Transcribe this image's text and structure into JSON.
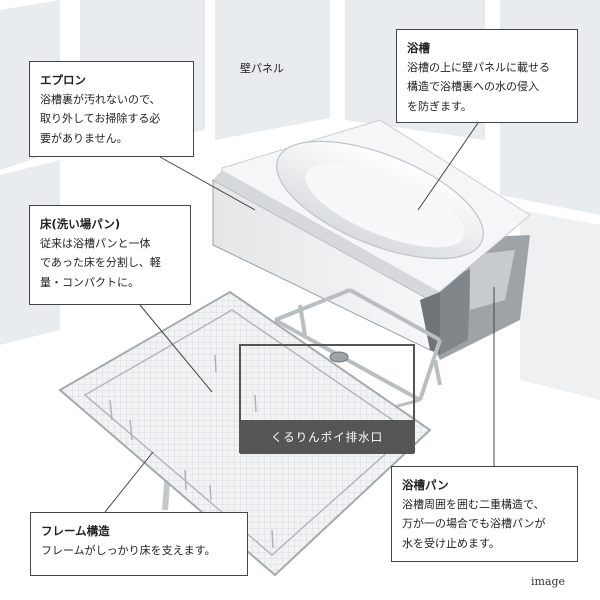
{
  "labels": {
    "wall_panel": "壁パネル",
    "drain": "くるりんポイ排水口",
    "image_note": "image"
  },
  "callouts": {
    "apron": {
      "title": "エプロン",
      "body": "浴槽裏が汚れないので、\n取り外してお掃除する必\n要がありません。"
    },
    "tub": {
      "title": "浴槽",
      "body": "浴槽の上に壁パネルに載せる\n構造で浴槽裏への水の侵入\nを防ぎます。"
    },
    "floor": {
      "title": "床(洗い場パン)",
      "body": "従来は浴槽パンと一体\nであった床を分割し、軽\n量・コンパクトに。"
    },
    "pan": {
      "title": "浴槽パン",
      "body": "浴槽周囲を囲む二重構造で、\n万が一の場合でも浴槽パンが\n水を受け止めます。"
    },
    "frame": {
      "title": "フレーム構造",
      "body": "フレームがしっかり床を支えます。"
    }
  }
}
